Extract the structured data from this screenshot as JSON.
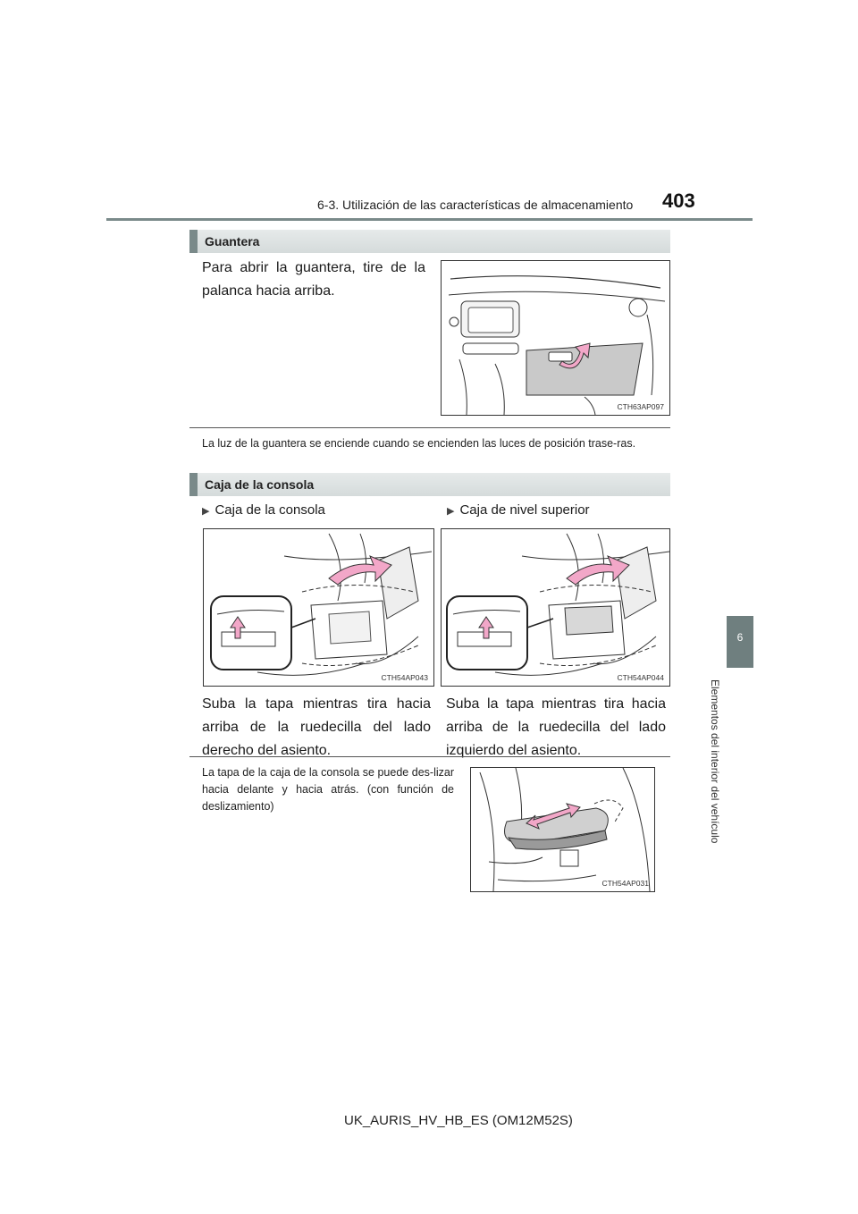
{
  "header": {
    "title": "6-3. Utilización de las características de almacenamiento",
    "page_number": "403"
  },
  "side_tab": {
    "number": "6",
    "label": "Elementos del interior del vehículo"
  },
  "guantera": {
    "heading": "Guantera",
    "instruction": "Para abrir la guantera, tire de la palanca hacia arriba.",
    "figure_code": "CTH63AP097",
    "note": "La luz de la guantera se enciende cuando se encienden las luces de posición trase-ras."
  },
  "consola": {
    "heading": "Caja de la consola",
    "left": {
      "label": "Caja de la consola",
      "figure_code": "CTH54AP043",
      "caption": "Suba la tapa mientras tira hacia arriba de la ruedecilla del lado derecho del asiento."
    },
    "right": {
      "label": "Caja de nivel superior",
      "figure_code": "CTH54AP044",
      "caption": "Suba la tapa mientras tira hacia arriba de la ruedecilla del lado izquierdo del asiento."
    },
    "slide_note": "La tapa de la caja de la consola se puede des-lizar hacia delante y hacia atrás. (con función de deslizamiento)",
    "slide_figure_code": "CTH54AP031"
  },
  "footer": {
    "text": "UK_AURIS_HV_HB_ES (OM12M52S)"
  },
  "colors": {
    "accent": "#7a8a8a",
    "arrow": "#f2a7c8",
    "arrow_stroke": "#333333"
  }
}
